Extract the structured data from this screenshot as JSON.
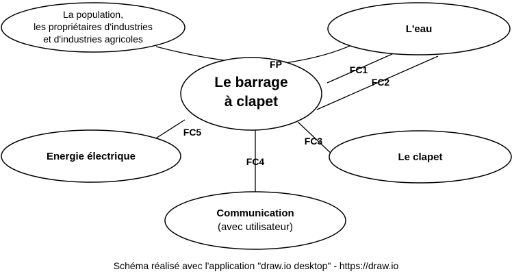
{
  "central": {
    "line1": "Le barrage",
    "line2": "à clapet"
  },
  "nodes": {
    "population": {
      "line1": "La population,",
      "line2": "les propriétaires d'industries",
      "line3": "et d'industries agricoles"
    },
    "eau": {
      "label": "L'eau"
    },
    "energie": {
      "label": "Energie électrique"
    },
    "clapet": {
      "label": "Le clapet"
    },
    "communication": {
      "title": "Communication",
      "subtitle": "(avec utilisateur)"
    }
  },
  "functions": {
    "fp": "FP",
    "fc1": "FC1",
    "fc2": "FC2",
    "fc3": "FC3",
    "fc4": "FC4",
    "fc5": "FC5"
  },
  "footer": "Schéma réalisé avec l'application \"draw.io desktop\" - https://draw.io"
}
